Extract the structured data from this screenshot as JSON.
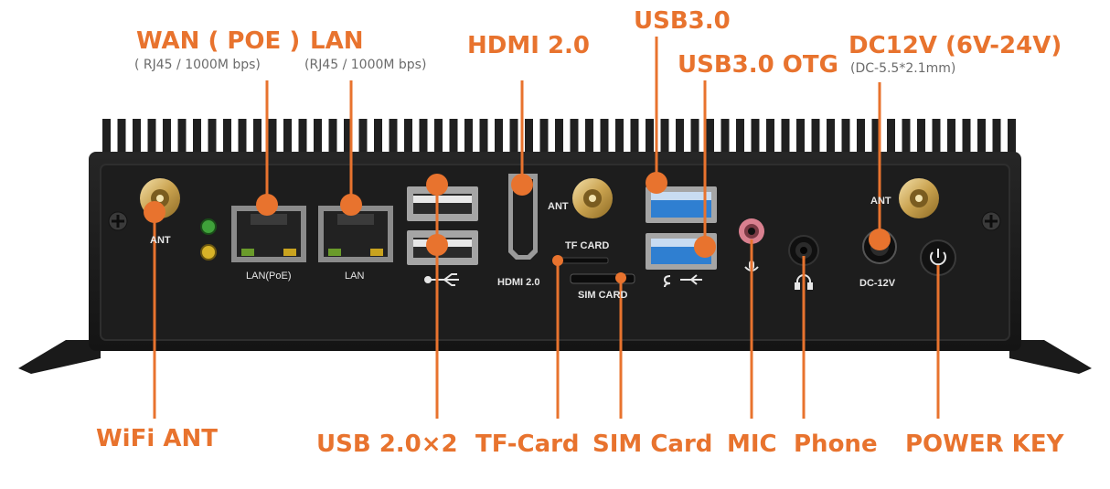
{
  "callouts": {
    "wan_title": "WAN ( POE )",
    "wan_sub": "( RJ45 / 1000M bps)",
    "lan_title": "LAN",
    "lan_sub": "(RJ45 / 1000M bps)",
    "hdmi_title": "HDMI 2.0",
    "usb30_title": "USB3.0",
    "usb30otg_title": "USB3.0  OTG",
    "dc_title": "DC12V (6V-24V)",
    "dc_sub": "(DC-5.5*2.1mm)",
    "wifi_title": "WiFi ANT",
    "usb20_title": "USB 2.0×2",
    "tf_title": "TF-Card",
    "sim_title": "SIM Card",
    "mic_title": "MIC",
    "phone_title": "Phone",
    "power_title": "POWER KEY"
  },
  "device_labels": {
    "ant_left": "ANT",
    "lan_poe": "LAN(PoE)",
    "lan": "LAN",
    "ant_mid": "ANT",
    "tf_card": "TF CARD",
    "hdmi": "HDMI 2.0",
    "sim_card": "SIM CARD",
    "ant_right": "ANT",
    "dc": "DC-12V"
  },
  "colors": {
    "accent": "#e8732e",
    "chassis": "#1b1b1b",
    "usb3_blue": "#2f7fd1",
    "mic_pink": "#d9808f",
    "led_green": "#3fa13a",
    "led_yellow": "#d8b328"
  },
  "icons": [
    "usb-symbol-icon",
    "superspeed-usb-icon",
    "microphone-icon",
    "headphone-icon",
    "power-icon"
  ]
}
